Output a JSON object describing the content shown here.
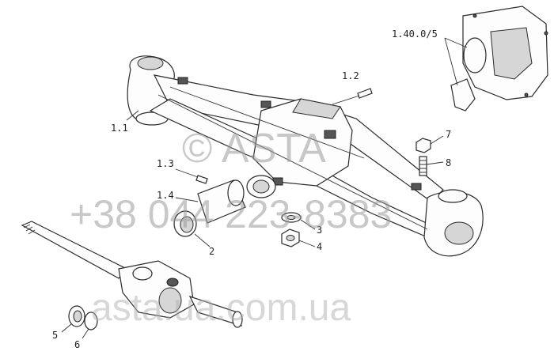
{
  "labels": {
    "l_1_1": "1.1",
    "l_1_2": "1.2",
    "l_1_3": "1.3",
    "l_1_4": "1.4",
    "l_1_40": "1.40.0/5",
    "l_2": "2",
    "l_3": "3",
    "l_4": "4",
    "l_5": "5",
    "l_6": "6",
    "l_7": "7",
    "l_8": "8"
  },
  "watermark": {
    "brand": "© ASTA",
    "phone": "+38 044 223-8383",
    "site": "asta.ua.com.ua"
  }
}
